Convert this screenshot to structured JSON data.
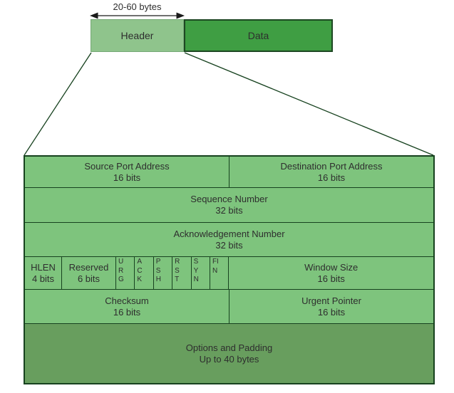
{
  "annotation": {
    "label": "20-60 bytes"
  },
  "segment": {
    "header_label": "Header",
    "data_label": "Data"
  },
  "colors": {
    "header_fill": "#8fc48c",
    "data_fill": "#3f9e43",
    "row_fill": "#7ec47d",
    "options_fill": "#689e5e",
    "border": "#17421f",
    "text": "#2e2e2e"
  },
  "table": {
    "rows": [
      {
        "cells": [
          {
            "title": "Source Port Address",
            "subtitle": "16 bits"
          },
          {
            "title": "Destination Port Address",
            "subtitle": "16 bits"
          }
        ]
      },
      {
        "cells": [
          {
            "title": "Sequence Number",
            "subtitle": "32 bits"
          }
        ]
      },
      {
        "cells": [
          {
            "title": "Acknowledgement Number",
            "subtitle": "32 bits"
          }
        ]
      },
      {
        "cells": [
          {
            "title": "HLEN",
            "subtitle": "4 bits"
          },
          {
            "title": "Reserved",
            "subtitle": "6 bits"
          },
          {
            "title": "Window Size",
            "subtitle": "16 bits"
          }
        ],
        "flags": [
          "URG",
          "ACK",
          "PSH",
          "RST",
          "SYN",
          "FIN"
        ]
      },
      {
        "cells": [
          {
            "title": "Checksum",
            "subtitle": "16 bits"
          },
          {
            "title": "Urgent Pointer",
            "subtitle": "16 bits"
          }
        ]
      },
      {
        "cells": [
          {
            "title": "Options and Padding",
            "subtitle": "Up to 40 bytes"
          }
        ]
      }
    ]
  }
}
